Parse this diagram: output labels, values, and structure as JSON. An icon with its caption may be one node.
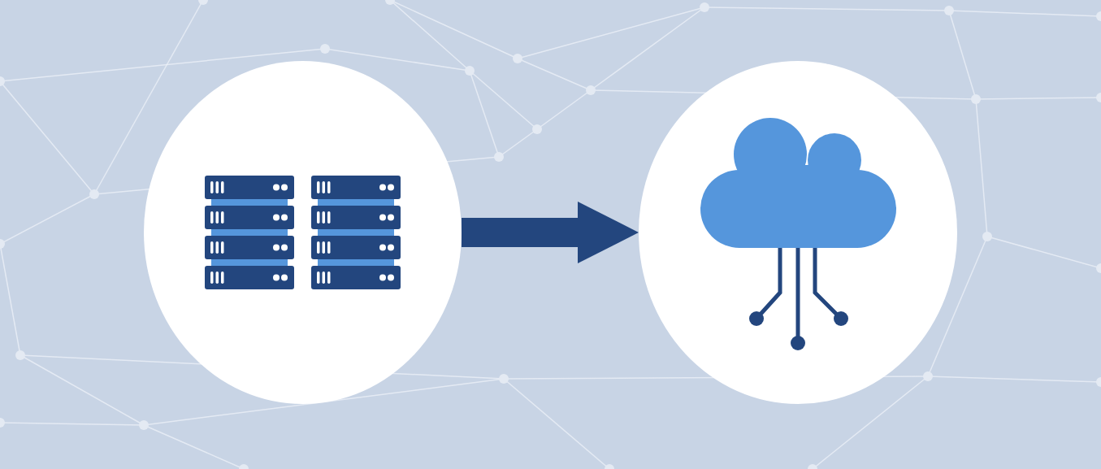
{
  "diagram": {
    "nodes": [
      {
        "text": [],
        "shape": "circle"
      },
      {
        "text": [],
        "shape": "circle"
      }
    ],
    "edges": [
      {
        "from": 0,
        "to": 1,
        "arrow": "to",
        "color": "#23467e"
      }
    ]
  }
}
